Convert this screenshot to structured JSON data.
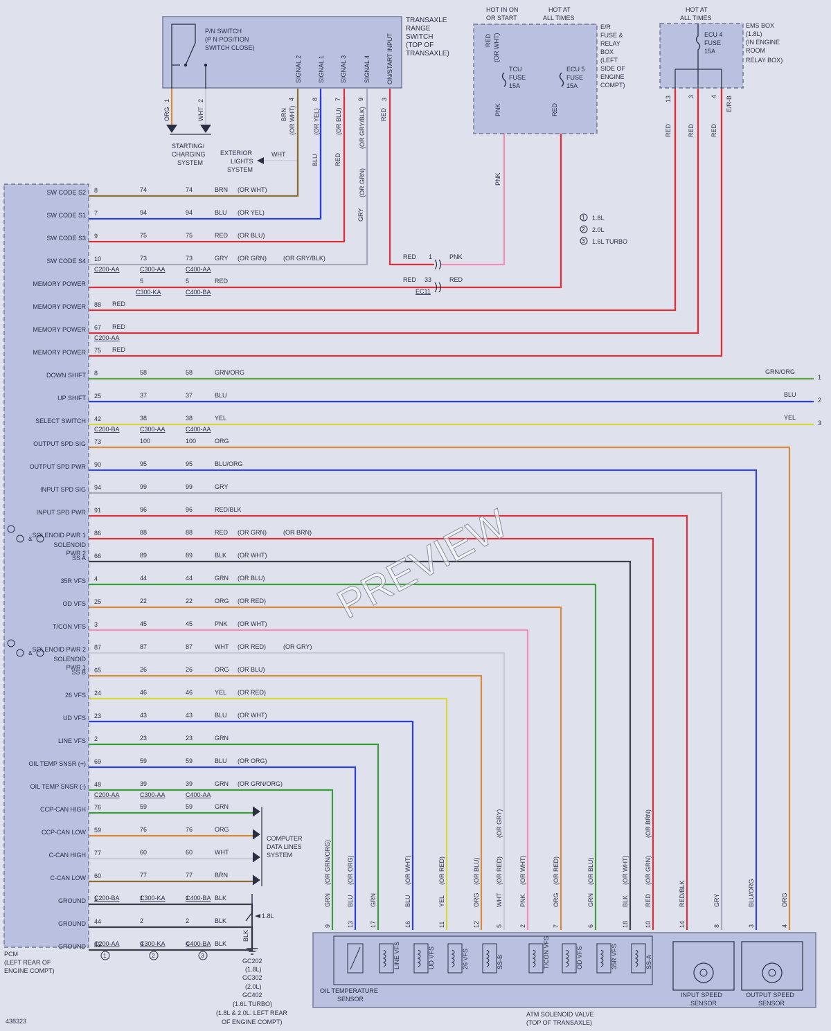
{
  "transaxle": {
    "title": [
      "TRANSAXLE",
      "RANGE",
      "SWITCH",
      "(TOP OF",
      "TRANSAXLE)"
    ],
    "pn_switch": [
      "P/N SWITCH",
      "(P N POSITION",
      "SWITCH CLOSE)"
    ],
    "signals": [
      "SIGNAL 2",
      "SIGNAL 1",
      "SIGNAL 3",
      "SIGNAL 4",
      "ON/START INPUT"
    ],
    "pins": [
      "1",
      "2",
      "4",
      "8",
      "7",
      "9",
      "3"
    ],
    "top_wires": [
      "ORG",
      "WHT",
      "BRN",
      "(OR WHT)",
      "(OR YEL)",
      "(OR BLU)",
      "(OR GRY/BLK)",
      "RED"
    ],
    "mid_wires": [
      "BLU",
      "RED",
      "(OR GRN)",
      "GRY"
    ],
    "starting": [
      "STARTING/",
      "CHARGING",
      "SYSTEM"
    ],
    "exterior": [
      "EXTERIOR",
      "LIGHTS",
      "SYSTEM"
    ],
    "ext_wire": "WHT"
  },
  "er_box": {
    "hot_run": [
      "HOT IN ON",
      "OR START"
    ],
    "hot_all": [
      "HOT AT",
      "ALL TIMES"
    ],
    "title": [
      "E/R",
      "FUSE &",
      "RELAY",
      "BOX",
      "(LEFT",
      "SIDE OF",
      "ENGINE",
      "COMPT)"
    ],
    "tcu": [
      "TCU",
      "FUSE",
      "15A"
    ],
    "ecu5": [
      "ECU 5",
      "FUSE",
      "15A"
    ],
    "wires": [
      "RED",
      "(OR WHT)",
      "PNK",
      "RED",
      "PNK"
    ]
  },
  "ems_box": {
    "hot_all": [
      "HOT AT",
      "ALL TIMES"
    ],
    "title": [
      "EMS BOX",
      "(1.8L)",
      "(IN ENGINE",
      "ROOM",
      "RELAY BOX)"
    ],
    "ecu4": [
      "ECU 4",
      "FUSE",
      "15A"
    ],
    "pins": [
      "13",
      "3",
      "4"
    ],
    "er_label": "E/R-B",
    "wires": [
      "RED",
      "RED",
      "RED"
    ]
  },
  "legend": [
    "1.8L",
    "2.0L",
    "1.6L TURBO"
  ],
  "pcm": {
    "caption": [
      "PCM",
      "(LEFT REAR OF",
      "ENGINE COMPT)"
    ],
    "rows": [
      {
        "label": "SW CODE S2",
        "pin": "8",
        "c1": "74",
        "c2": "74",
        "wire": "BRN",
        "alt": "(OR WHT)"
      },
      {
        "label": "SW CODE S1",
        "pin": "7",
        "c1": "94",
        "c2": "94",
        "wire": "BLU",
        "alt": "(OR YEL)"
      },
      {
        "label": "SW CODE S3",
        "pin": "9",
        "c1": "75",
        "c2": "75",
        "wire": "RED",
        "alt": "(OR BLU)"
      },
      {
        "label": "SW CODE S4",
        "pin": "10",
        "c1": "73",
        "c2": "73",
        "wire": "GRY",
        "alt": "(OR GRN)",
        "alt2": "(OR GRY/BLK)"
      },
      {
        "label": "MEMORY POWER",
        "pin": "",
        "c1": "5",
        "c2": "5",
        "wire": "RED"
      },
      {
        "label": "MEMORY POWER",
        "pin": "88",
        "wire": "RED"
      },
      {
        "label": "MEMORY POWER",
        "pin": "67",
        "wire": "RED"
      },
      {
        "label": "MEMORY POWER",
        "pin": "75",
        "wire": "RED"
      },
      {
        "label": "DOWN SHIFT",
        "pin": "8",
        "c1": "58",
        "c2": "58",
        "wire": "GRN/ORG"
      },
      {
        "label": "UP SHIFT",
        "pin": "25",
        "c1": "37",
        "c2": "37",
        "wire": "BLU"
      },
      {
        "label": "SELECT SWITCH",
        "pin": "42",
        "c1": "38",
        "c2": "38",
        "wire": "YEL"
      },
      {
        "label": "OUTPUT SPD SIG",
        "pin": "73",
        "c1": "100",
        "c2": "100",
        "wire": "ORG"
      },
      {
        "label": "OUTPUT SPD PWR",
        "pin": "90",
        "c1": "95",
        "c2": "95",
        "wire": "BLU/ORG"
      },
      {
        "label": "INPUT SPD SIG",
        "pin": "94",
        "c1": "99",
        "c2": "99",
        "wire": "GRY"
      },
      {
        "label": "INPUT SPD PWR",
        "pin": "91",
        "c1": "96",
        "c2": "96",
        "wire": "RED/BLK"
      },
      {
        "label": "SOLENOID PWR 1",
        "pin": "86",
        "c1": "88",
        "c2": "88",
        "wire": "RED",
        "alt": "(OR GRN)",
        "alt2": "(OR BRN)"
      },
      {
        "label": "SS A",
        "pin": "66",
        "c1": "89",
        "c2": "89",
        "wire": "BLK",
        "alt": "(OR WHT)"
      },
      {
        "label": "35R VFS",
        "pin": "4",
        "c1": "44",
        "c2": "44",
        "wire": "GRN",
        "alt": "(OR BLU)"
      },
      {
        "label": "OD VFS",
        "pin": "25",
        "c1": "22",
        "c2": "22",
        "wire": "ORG",
        "alt": "(OR RED)"
      },
      {
        "label": "T/CON VFS",
        "pin": "3",
        "c1": "45",
        "c2": "45",
        "wire": "PNK",
        "alt": "(OR WHT)"
      },
      {
        "label": "SOLENOID PWR 2",
        "pin": "87",
        "c1": "87",
        "c2": "87",
        "wire": "WHT",
        "alt": "(OR RED)",
        "alt2": "(OR GRY)"
      },
      {
        "label": "SS B",
        "pin": "65",
        "c1": "26",
        "c2": "26",
        "wire": "ORG",
        "alt": "(OR BLU)"
      },
      {
        "label": "26 VFS",
        "pin": "24",
        "c1": "46",
        "c2": "46",
        "wire": "YEL",
        "alt": "(OR RED)"
      },
      {
        "label": "UD VFS",
        "pin": "23",
        "c1": "43",
        "c2": "43",
        "wire": "BLU",
        "alt": "(OR WHT)"
      },
      {
        "label": "LINE VFS",
        "pin": "2",
        "c1": "23",
        "c2": "23",
        "wire": "GRN"
      },
      {
        "label": "OIL TEMP SNSR (+)",
        "pin": "69",
        "c1": "59",
        "c2": "59",
        "wire": "BLU",
        "alt": "(OR ORG)"
      },
      {
        "label": "OIL TEMP SNSR (-)",
        "pin": "48",
        "c1": "39",
        "c2": "39",
        "wire": "GRN",
        "alt": "(OR GRN/ORG)"
      },
      {
        "label": "CCP-CAN HIGH",
        "pin": "76",
        "c1": "59",
        "c2": "59",
        "wire": "GRN"
      },
      {
        "label": "CCP-CAN LOW",
        "pin": "59",
        "c1": "76",
        "c2": "76",
        "wire": "ORG"
      },
      {
        "label": "C-CAN HIGH",
        "pin": "77",
        "c1": "60",
        "c2": "60",
        "wire": "WHT"
      },
      {
        "label": "C-CAN LOW",
        "pin": "60",
        "c1": "77",
        "c2": "77",
        "wire": "BRN"
      },
      {
        "label": "GROUND",
        "pin": "1",
        "c1": "1",
        "c2": "1",
        "wire": "BLK"
      },
      {
        "label": "GROUND",
        "pin": "44",
        "c1": "2",
        "c2": "2",
        "wire": "BLK"
      },
      {
        "label": "GROUND",
        "pin": "45",
        "c1": "4",
        "c2": "4",
        "wire": "BLK"
      }
    ],
    "sol_pwr2_alt": "SOLENOID",
    "sol_pwr2_alt2": "PWR 2",
    "sol_pwr1_alt": "SOLENOID",
    "sol_pwr1_alt2": "PWR 1",
    "amp": "&",
    "connectors": {
      "c200aa": "C200-AA",
      "c300aa": "C300-AA",
      "c400aa": "C400-AA",
      "c300ka": "C300-KA",
      "c400ba": "C400-BA",
      "c200ba": "C200-BA",
      "ec11": "EC11"
    },
    "inline": {
      "red1": "RED",
      "pin1": "1",
      "pnk": "PNK",
      "red2": "RED",
      "pin33": "33",
      "red3": "RED"
    },
    "right_labels": [
      {
        "t": "GRN/ORG",
        "n": "1"
      },
      {
        "t": "BLU",
        "n": "2"
      },
      {
        "t": "YEL",
        "n": "3"
      }
    ]
  },
  "data_lines": [
    "COMPUTER",
    "DATA LINES",
    "SYSTEM"
  ],
  "ground": {
    "wire": "BLK",
    "label": "1.8L",
    "caption": [
      "GC202",
      "(1.8L)",
      "GC302",
      "(2.0L)",
      "GC402",
      "(1.6L TURBO)",
      "(1.8L & 2.0L: LEFT REAR",
      "OF ENGINE COMPT)"
    ],
    "col_ids": [
      "1",
      "2",
      "3"
    ]
  },
  "atm": {
    "caption": [
      "ATM SOLENOID VALVE",
      "(TOP OF TRANSAXLE)"
    ],
    "pins": [
      "9",
      "13",
      "17",
      "16",
      "11",
      "12",
      "5",
      "2",
      "7",
      "6",
      "18",
      "10",
      "14",
      "8",
      "3",
      "4"
    ],
    "wires": [
      "GRN",
      "BLU",
      "GRN",
      "BLU",
      "YEL",
      "ORG",
      "WHT",
      "PNK",
      "ORG",
      "GRN",
      "BLK",
      "RED",
      "RED/BLK",
      "GRY",
      "BLU/ORG",
      "ORG"
    ],
    "alts": [
      "(OR GRN/ORG)",
      "(OR ORG)",
      "",
      "(OR WHT)",
      "(OR RED)",
      "(OR BLU)",
      "(OR RED)",
      "(OR WHT)",
      "(OR RED)",
      "(OR BLU)",
      "(OR WHT)",
      "(OR GRN)",
      "",
      "",
      "",
      ""
    ],
    "alt_top": [
      "(OR GRY)",
      "(OR BRN)"
    ],
    "solenoids": [
      "LINE VFS",
      "UD VFS",
      "26 VFS",
      "SS-B",
      "T/CON VFS",
      "OD VFS",
      "35R VFS",
      "SS-A"
    ],
    "oil": [
      "OIL TEMPERATURE",
      "SENSOR"
    ],
    "input": [
      "INPUT SPEED",
      "SENSOR"
    ],
    "output": [
      "OUTPUT SPEED",
      "SENSOR"
    ]
  },
  "doc_id": "438323",
  "watermark": "PREVIEW",
  "colors": {
    "BRN": "#8b6d35",
    "BLU": "#2d3fd9",
    "RED": "#d9303b",
    "GRY": "#a5aab8",
    "GRN": "#3a9e3a",
    "GRN/ORG": "#5aa03a",
    "YEL": "#d8d83a",
    "ORG": "#d88a3a",
    "BLU/ORG": "#3a46c9",
    "RED/BLK": "#d9303b",
    "BLK": "#3a3f4a",
    "PNK": "#ef8fb8",
    "WHT": "#c8ccd6"
  }
}
